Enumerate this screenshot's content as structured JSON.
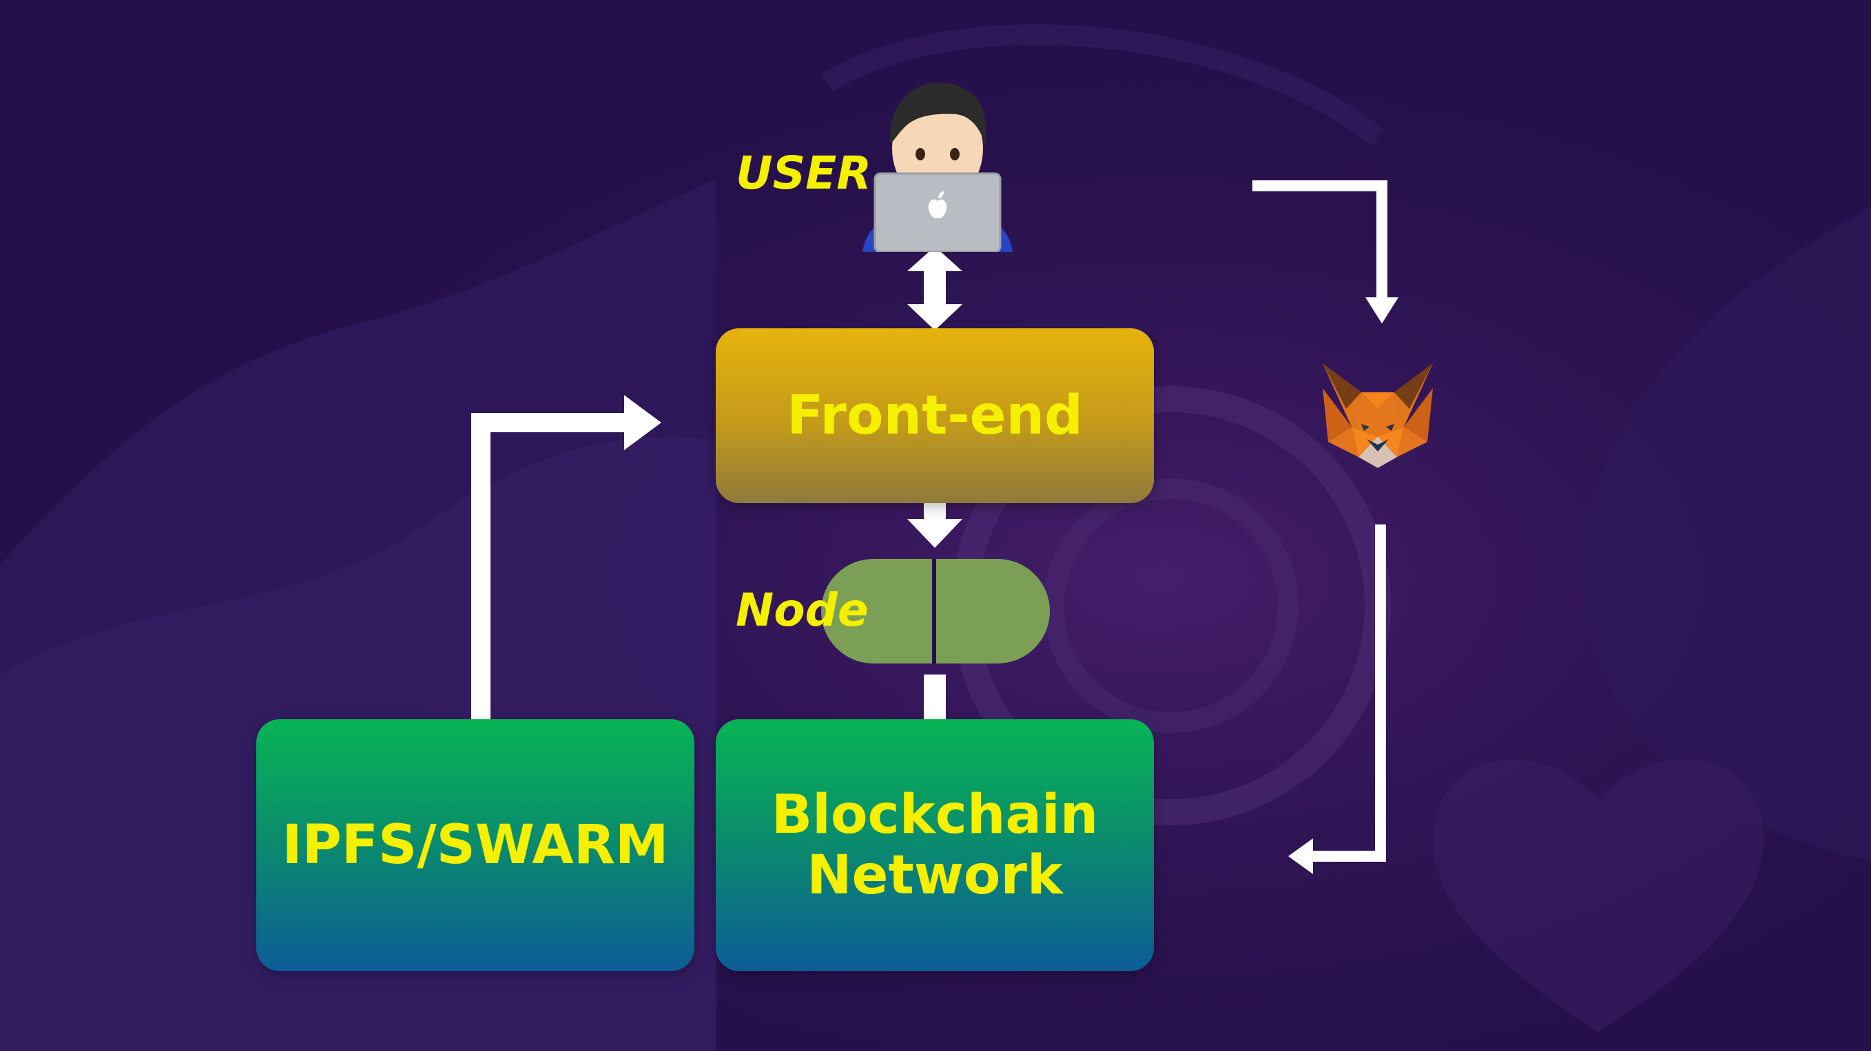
{
  "labels": {
    "user": "USER",
    "node": "Node"
  },
  "boxes": {
    "frontend": "Front-end",
    "storage": "IPFS/SWARM",
    "blockchain_line1": "Blockchain",
    "blockchain_line2": "Network"
  },
  "icons": {
    "user": "user-with-laptop-icon",
    "wallet": "metamask-fox-icon"
  },
  "colors": {
    "background": "#24104a",
    "label_text": "#f5f000",
    "frontend_box": "#d8a812",
    "storage_box": "#08b455",
    "node": "#7ba055",
    "arrows": "#ffffff"
  }
}
